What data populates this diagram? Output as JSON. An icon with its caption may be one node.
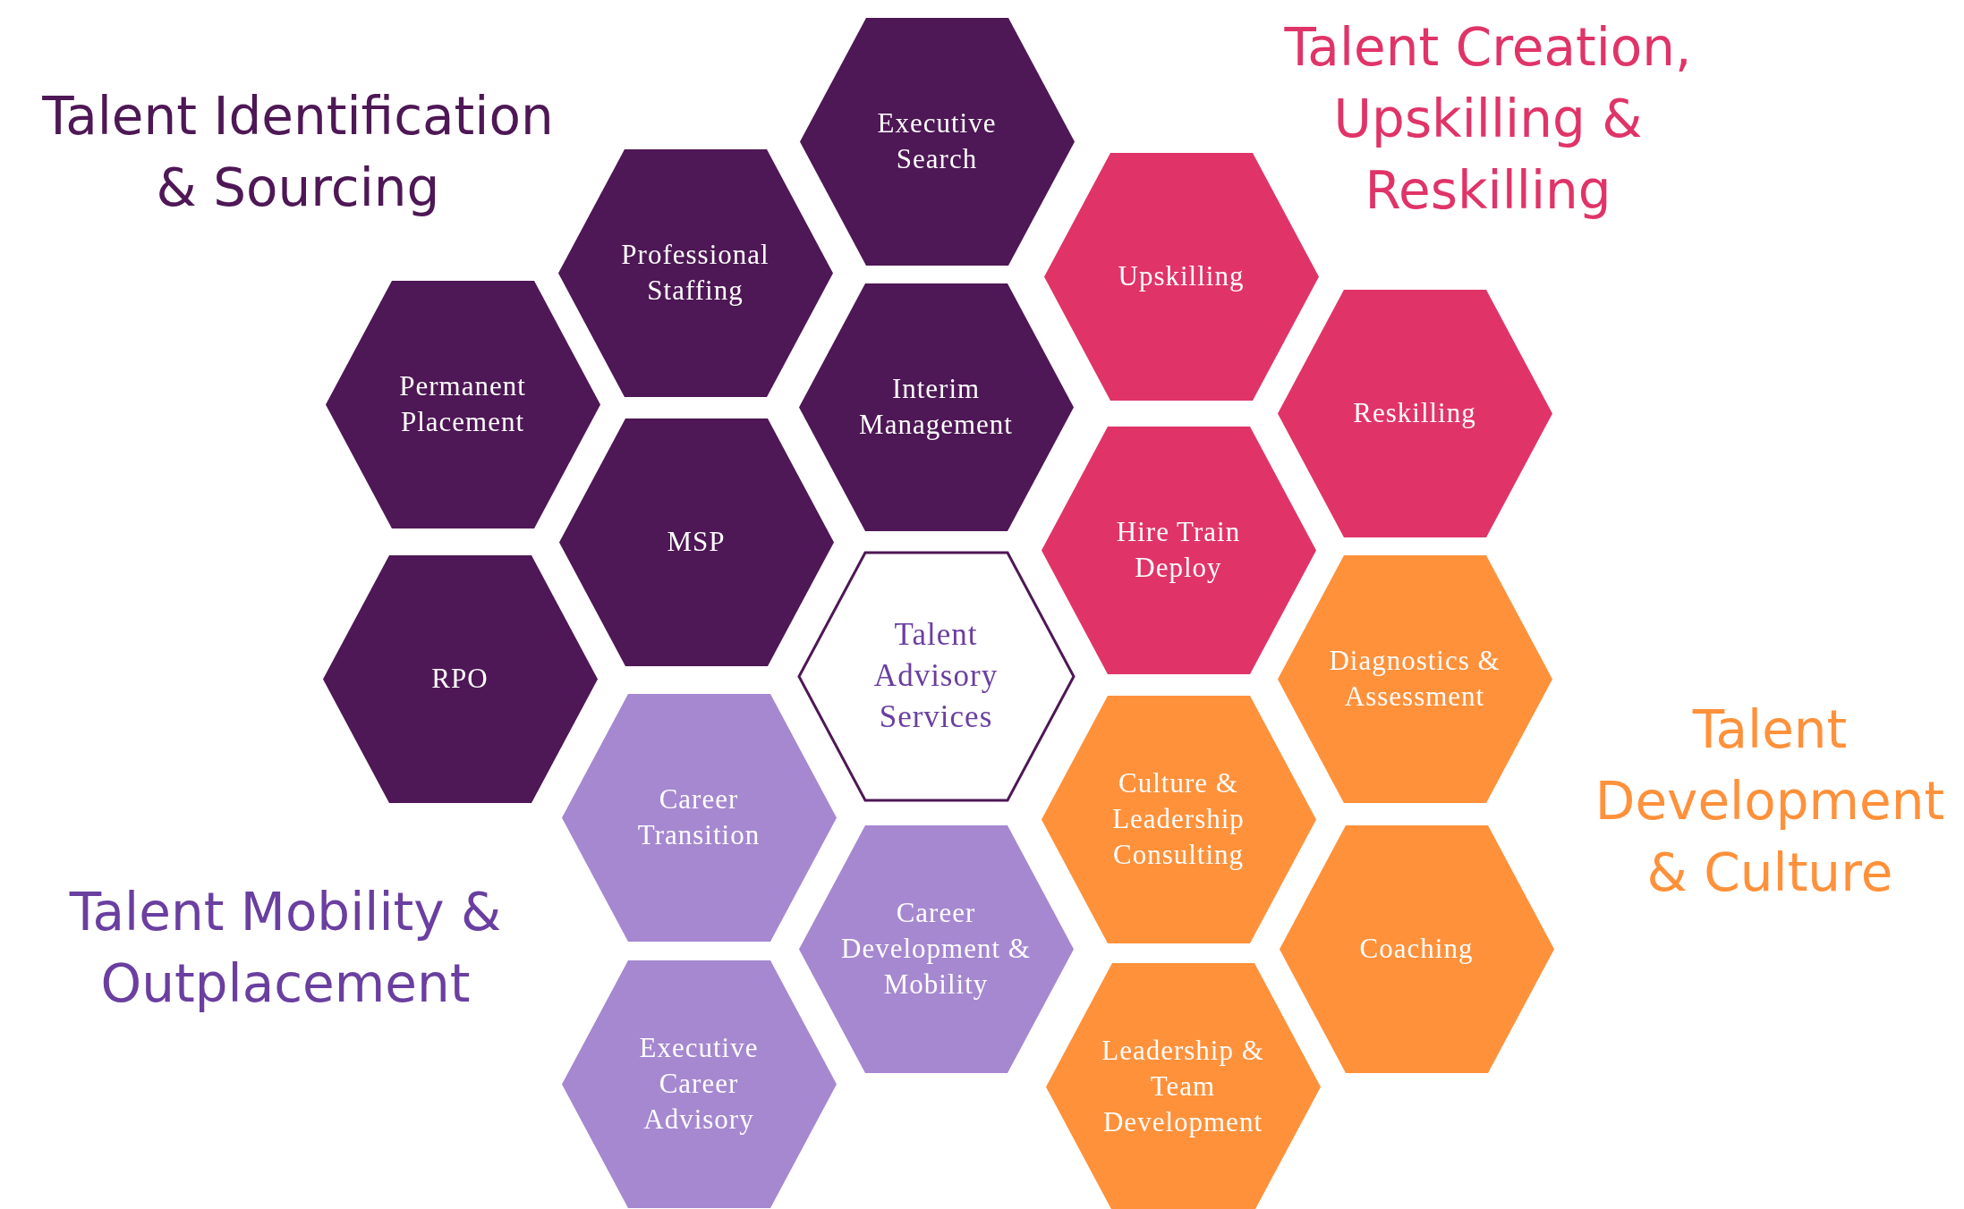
{
  "diagram": {
    "nodes": [
      {
        "text": [
          "Executive Search"
        ]
      },
      {
        "text": [
          "Professional Staffing"
        ]
      },
      {
        "text": [
          "Permanent Placement"
        ]
      },
      {
        "text": [
          "Interim Management"
        ]
      },
      {
        "text": [
          "MSP"
        ]
      },
      {
        "text": [
          "RPO"
        ]
      },
      {
        "text": [
          "Upskilling"
        ]
      },
      {
        "text": [
          "Reskilling"
        ]
      },
      {
        "text": [
          "Hire Train Deploy"
        ]
      },
      {
        "text": [
          "Talent Advisory Services"
        ]
      },
      {
        "text": [
          "Diagnostics & Assessment"
        ]
      },
      {
        "text": [
          "Career Transition"
        ]
      },
      {
        "text": [
          "Culture & Leadership Consulting"
        ]
      },
      {
        "text": [
          "Career Development & Mobility"
        ]
      },
      {
        "text": [
          "Coaching"
        ]
      },
      {
        "text": [
          "Executive Career Advisory"
        ]
      },
      {
        "text": [
          "Leadership & Team Development"
        ]
      }
    ],
    "labels": [
      "Talent Identification & Sourcing",
      "Talent Creation, Upskilling & Reskilling",
      "Talent Development & Culture",
      "Talent Mobility & Outplacement"
    ]
  }
}
